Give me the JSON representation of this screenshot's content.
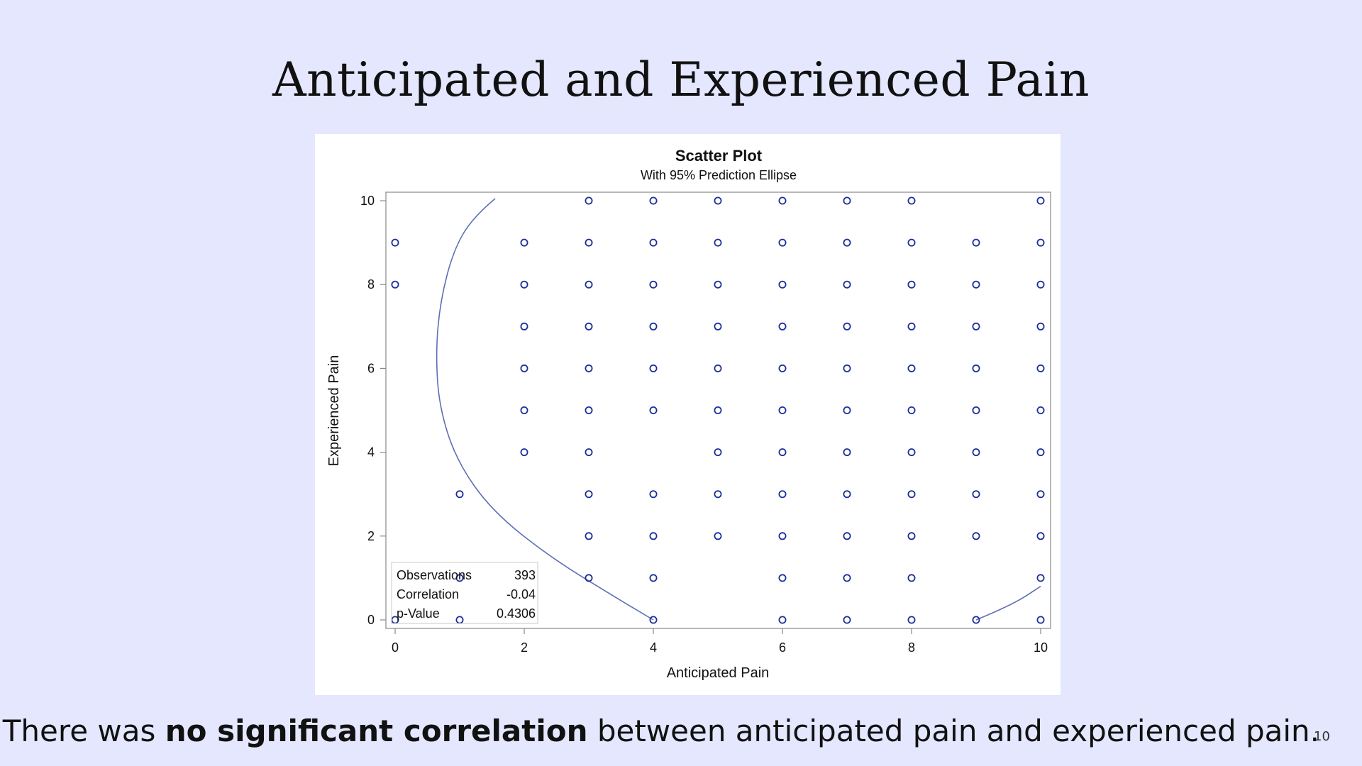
{
  "slide": {
    "title": "Anticipated and Experienced Pain",
    "caption": {
      "before": "There was ",
      "bold": "no significant correlation",
      "after": " between anticipated pain and experienced pain."
    },
    "page_number": "10"
  },
  "chart_data": {
    "type": "scatter",
    "title": "Scatter Plot",
    "subtitle": "With 95% Prediction Ellipse",
    "xlabel": "Anticipated Pain",
    "ylabel": "Experienced Pain",
    "xlim": [
      0,
      10
    ],
    "ylim": [
      0,
      10
    ],
    "xticks": [
      0,
      2,
      4,
      6,
      8,
      10
    ],
    "yticks": [
      0,
      2,
      4,
      6,
      8,
      10
    ],
    "grid": false,
    "marker_color": "#1c2e9c",
    "ellipse_color": "#5f6fb5",
    "points": [
      [
        3,
        10
      ],
      [
        4,
        10
      ],
      [
        5,
        10
      ],
      [
        6,
        10
      ],
      [
        7,
        10
      ],
      [
        8,
        10
      ],
      [
        10,
        10
      ],
      [
        0,
        9
      ],
      [
        2,
        9
      ],
      [
        3,
        9
      ],
      [
        4,
        9
      ],
      [
        5,
        9
      ],
      [
        6,
        9
      ],
      [
        7,
        9
      ],
      [
        8,
        9
      ],
      [
        9,
        9
      ],
      [
        10,
        9
      ],
      [
        0,
        8
      ],
      [
        2,
        8
      ],
      [
        3,
        8
      ],
      [
        4,
        8
      ],
      [
        5,
        8
      ],
      [
        6,
        8
      ],
      [
        7,
        8
      ],
      [
        8,
        8
      ],
      [
        9,
        8
      ],
      [
        10,
        8
      ],
      [
        2,
        7
      ],
      [
        3,
        7
      ],
      [
        4,
        7
      ],
      [
        5,
        7
      ],
      [
        6,
        7
      ],
      [
        7,
        7
      ],
      [
        8,
        7
      ],
      [
        9,
        7
      ],
      [
        10,
        7
      ],
      [
        2,
        6
      ],
      [
        3,
        6
      ],
      [
        4,
        6
      ],
      [
        5,
        6
      ],
      [
        6,
        6
      ],
      [
        7,
        6
      ],
      [
        8,
        6
      ],
      [
        9,
        6
      ],
      [
        10,
        6
      ],
      [
        2,
        5
      ],
      [
        3,
        5
      ],
      [
        4,
        5
      ],
      [
        5,
        5
      ],
      [
        6,
        5
      ],
      [
        7,
        5
      ],
      [
        8,
        5
      ],
      [
        9,
        5
      ],
      [
        10,
        5
      ],
      [
        2,
        4
      ],
      [
        3,
        4
      ],
      [
        5,
        4
      ],
      [
        6,
        4
      ],
      [
        7,
        4
      ],
      [
        8,
        4
      ],
      [
        9,
        4
      ],
      [
        10,
        4
      ],
      [
        1,
        3
      ],
      [
        3,
        3
      ],
      [
        4,
        3
      ],
      [
        5,
        3
      ],
      [
        6,
        3
      ],
      [
        7,
        3
      ],
      [
        8,
        3
      ],
      [
        9,
        3
      ],
      [
        10,
        3
      ],
      [
        3,
        2
      ],
      [
        4,
        2
      ],
      [
        5,
        2
      ],
      [
        6,
        2
      ],
      [
        7,
        2
      ],
      [
        8,
        2
      ],
      [
        9,
        2
      ],
      [
        10,
        2
      ],
      [
        1,
        1
      ],
      [
        3,
        1
      ],
      [
        4,
        1
      ],
      [
        6,
        1
      ],
      [
        7,
        1
      ],
      [
        8,
        1
      ],
      [
        10,
        1
      ],
      [
        0,
        0
      ],
      [
        1,
        0
      ],
      [
        4,
        0
      ],
      [
        6,
        0
      ],
      [
        7,
        0
      ],
      [
        8,
        0
      ],
      [
        9,
        0
      ],
      [
        10,
        0
      ]
    ],
    "ellipse_arcs": [
      [
        [
          1.55,
          10.05
        ],
        [
          1.2,
          9.6
        ],
        [
          0.9,
          8.8
        ],
        [
          0.7,
          7.6
        ],
        [
          0.63,
          6.4
        ],
        [
          0.68,
          5.1
        ],
        [
          0.95,
          3.8
        ],
        [
          1.5,
          2.6
        ],
        [
          2.4,
          1.5
        ],
        [
          3.4,
          0.55
        ],
        [
          4.0,
          0.0
        ]
      ],
      [
        [
          9.0,
          0.0
        ],
        [
          9.55,
          0.35
        ],
        [
          10.0,
          0.8
        ]
      ]
    ],
    "stats": [
      {
        "label": "Observations",
        "value": "393"
      },
      {
        "label": "Correlation",
        "value": "-0.04"
      },
      {
        "label": "p-Value",
        "value": "0.4306"
      }
    ]
  }
}
